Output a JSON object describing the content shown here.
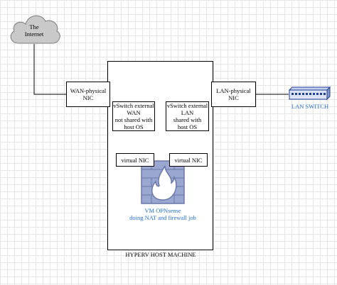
{
  "cloud": {
    "label": "The\nInternet",
    "fill": "#c9c9c9"
  },
  "host": {
    "label": "HYPERV HOST MACHINE"
  },
  "wan_nic": {
    "label": "WAN-physical\nNIC"
  },
  "lan_nic": {
    "label": "LAN-physical\nNIC"
  },
  "vswitch_wan": {
    "label": "vSwitch external\nWAN\nnot shared with\nhost OS"
  },
  "vswitch_lan": {
    "label": "vSwitch external\nLAN\nshared with\nhost OS"
  },
  "vnic_left": {
    "label": "virtual NIC"
  },
  "vnic_right": {
    "label": "virtual NIC"
  },
  "firewall": {
    "label": "VM OPNsense\ndoing NAT and firewall job",
    "color": "#1f6fd1",
    "fill": "#9aa7d0",
    "stroke": "#6a78a8"
  },
  "lan_switch": {
    "label": "LAN SWITCH",
    "color": "#1f6fd1"
  }
}
